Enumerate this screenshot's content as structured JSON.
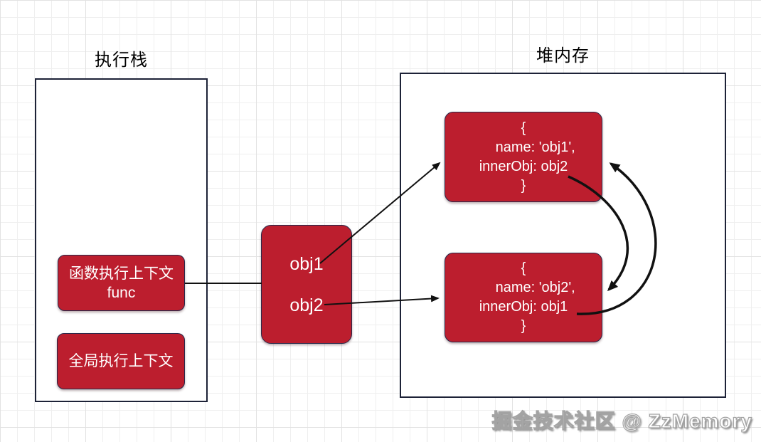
{
  "colors": {
    "node_red": "#bc1e2e",
    "node_border": "#29294a",
    "container_border": "#1d2237",
    "arrow_black": "#111111",
    "grid_minor": "#efefef",
    "grid_major": "#e2e2e2"
  },
  "stack": {
    "title": "执行栈",
    "func_node_text": "函数执行上下文\nfunc",
    "global_node_text": "全局执行上下文"
  },
  "vars": {
    "obj1_label": "obj1",
    "obj2_label": "obj2"
  },
  "heap": {
    "title": "堆内存",
    "obj1_node_text": "{\n      name: 'obj1',\ninnerObj: obj2\n}",
    "obj2_node_text": "{\n      name: 'obj2',\ninnerObj: obj1\n}"
  },
  "watermark": "掘金技术社区 @ ZzMemory"
}
